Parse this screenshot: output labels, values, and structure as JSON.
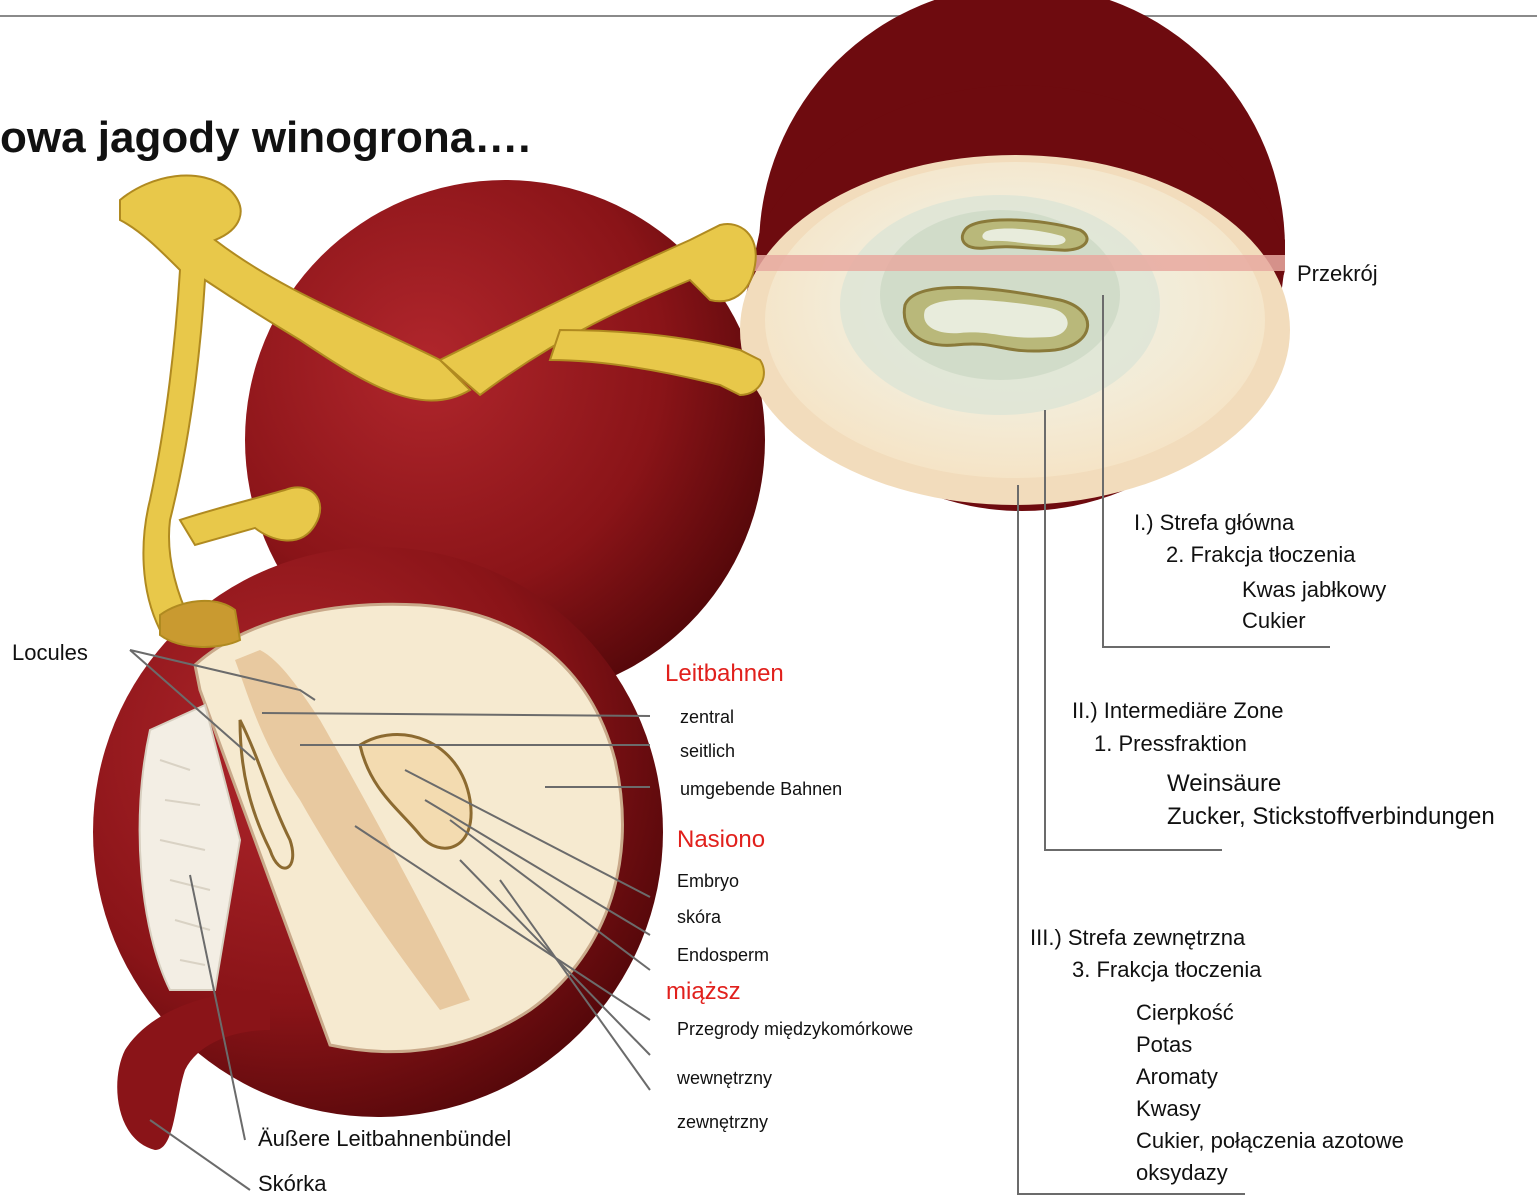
{
  "title": "owa jagody winogrona….",
  "labels": {
    "przekroj": "Przekrój",
    "locules": "Locules",
    "leitbahnen": "Leitbahnen",
    "zentral": "zentral",
    "seitlich": "seitlich",
    "umgebende": "umgebende  Bahnen",
    "nasiono": "Nasiono",
    "embryo": "Embryo",
    "skora": "skóra",
    "endosperm": "Endosperm",
    "miazsz": "miąższ",
    "przegrody": "Przegrody  międzykomórkowe",
    "wewnetrzny": "wewnętrzny",
    "zewnetrzny": "zewnętrzny",
    "aussere": "Äußere Leitbahnenbündel",
    "skorka": "Skórka"
  },
  "zones": {
    "z1": {
      "head": "I.) Strefa główna",
      "sub": "2. Frakcja tłoczenia",
      "items": [
        "Kwas jabłkowy",
        "Cukier"
      ]
    },
    "z2": {
      "head": "II.) Intermediäre Zone",
      "sub": "1. Pressfraktion",
      "items": [
        "Weinsäure",
        "Zucker, Stickstoffverbindungen"
      ]
    },
    "z3": {
      "head": "III.) Strefa zewnętrzna",
      "sub": "3. Frakcja tłoczenia",
      "items": [
        "Cierpkość",
        "Potas",
        "Aromaty",
        "Kwasy",
        "Cukier, połączenia azotowe",
        "oksydazy"
      ]
    }
  },
  "colors": {
    "berry": "#7a0f12",
    "flesh": "#f6ead0",
    "stem": "#e8c84a",
    "label_red": "#e1201c"
  }
}
